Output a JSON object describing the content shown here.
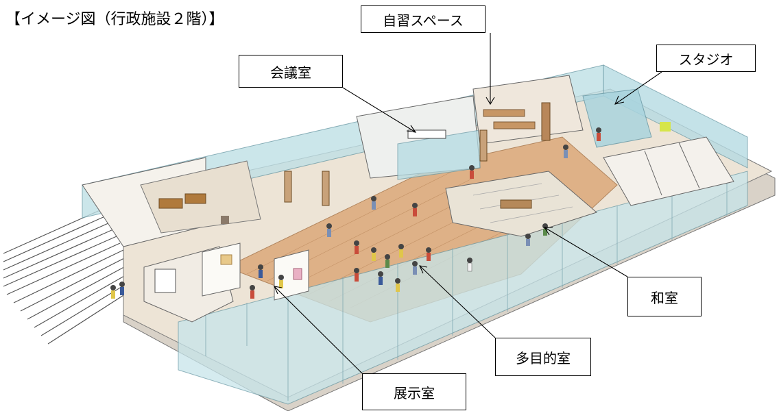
{
  "title": "【イメージ図（行政施設２階）】",
  "labels": {
    "self_study_space": "自習スペース",
    "studio": "スタジオ",
    "meeting_room": "会議室",
    "japanese_room": "和室",
    "multipurpose_room": "多目的室",
    "exhibition_room": "展示室"
  }
}
